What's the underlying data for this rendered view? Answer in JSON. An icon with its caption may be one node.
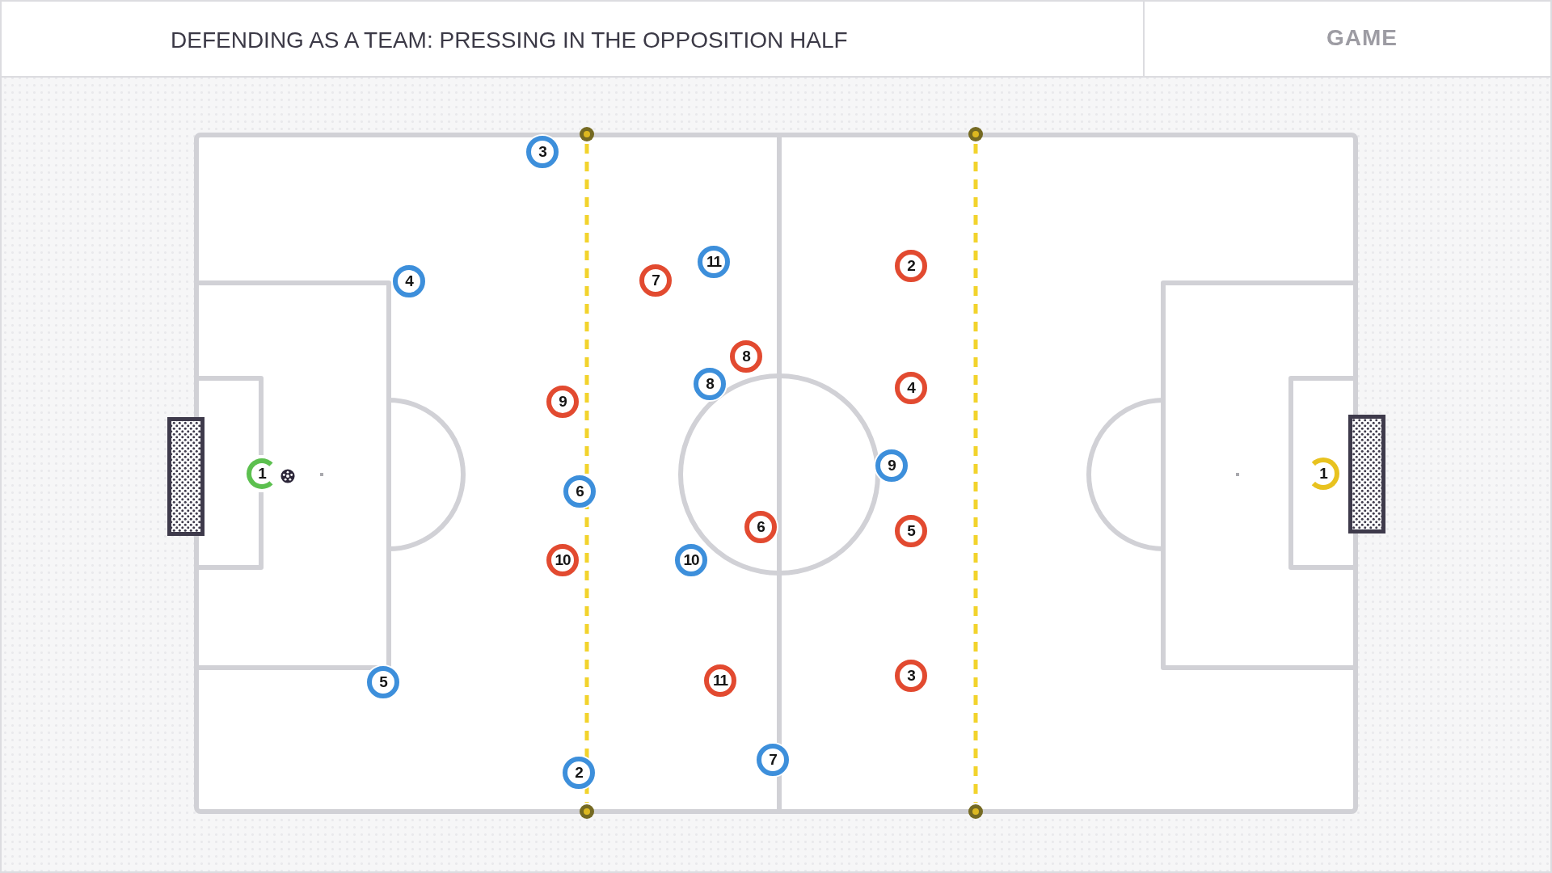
{
  "diagram": {
    "title": "DEFENDING AS A TEAM: PRESSING IN THE OPPOSITION HALF",
    "nodes": [
      {
        "text": [
          "1"
        ]
      },
      {
        "text": [
          "4"
        ]
      },
      {
        "text": [
          "5"
        ]
      },
      {
        "text": [
          "3"
        ]
      },
      {
        "text": [
          "6"
        ]
      },
      {
        "text": [
          "2"
        ]
      },
      {
        "text": [
          "11"
        ]
      },
      {
        "text": [
          "8"
        ]
      },
      {
        "text": [
          "10"
        ]
      },
      {
        "text": [
          "7"
        ]
      },
      {
        "text": [
          "9"
        ]
      },
      {
        "text": [
          "1"
        ]
      },
      {
        "text": [
          "9"
        ]
      },
      {
        "text": [
          "10"
        ]
      },
      {
        "text": [
          "7"
        ]
      },
      {
        "text": [
          "8"
        ]
      },
      {
        "text": [
          "6"
        ]
      },
      {
        "text": [
          "11"
        ]
      },
      {
        "text": [
          "2"
        ]
      },
      {
        "text": [
          "4"
        ]
      },
      {
        "text": [
          "5"
        ]
      },
      {
        "text": [
          "3"
        ]
      }
    ],
    "labels": [
      "GAME"
    ]
  }
}
